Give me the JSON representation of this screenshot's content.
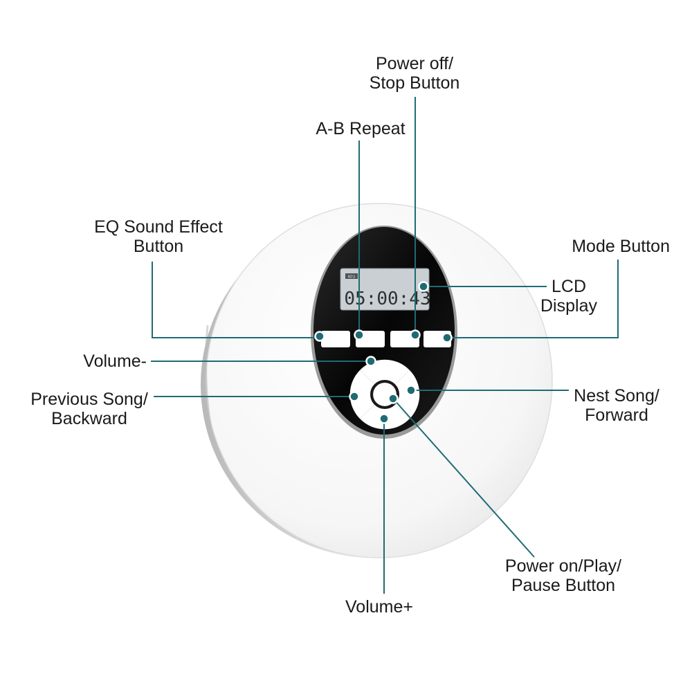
{
  "colors": {
    "callout": "#1f6b73",
    "text": "#1a1a1a",
    "panel": "#0c0c0c",
    "lcd": "#c9cfd2"
  },
  "lcd": {
    "time": "05:00:43",
    "badge": "MP3"
  },
  "labels": {
    "power_off": [
      "Power off/",
      "Stop Button"
    ],
    "ab_repeat": [
      "A-B Repeat"
    ],
    "eq": [
      "EQ Sound Effect",
      "Button"
    ],
    "mode": [
      "Mode Button"
    ],
    "lcd_display": [
      "LCD",
      "Display"
    ],
    "volume_minus": [
      "Volume-"
    ],
    "previous": [
      "Previous Song/",
      "Backward"
    ],
    "next": [
      "Nest Song/",
      "Forward"
    ],
    "power_on": [
      "Power on/Play/",
      "Pause Button"
    ],
    "volume_plus": [
      "Volume+"
    ]
  }
}
